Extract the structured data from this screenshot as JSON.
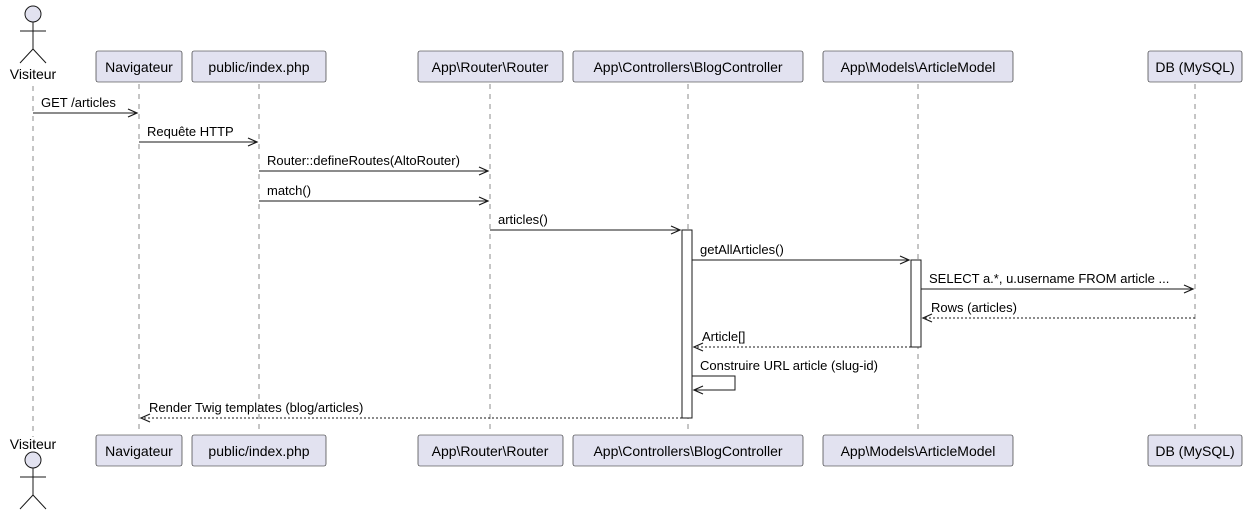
{
  "actor": {
    "label": "Visiteur"
  },
  "participants": [
    {
      "id": "nav",
      "label": "Navigateur"
    },
    {
      "id": "index",
      "label": "public/index.php"
    },
    {
      "id": "router",
      "label": "App\\Router\\Router"
    },
    {
      "id": "ctrl",
      "label": "App\\Controllers\\BlogController"
    },
    {
      "id": "model",
      "label": "App\\Models\\ArticleModel"
    },
    {
      "id": "db",
      "label": "DB (MySQL)"
    }
  ],
  "messages": [
    {
      "from": "actor",
      "to": "nav",
      "label": "GET /articles",
      "kind": "call"
    },
    {
      "from": "nav",
      "to": "index",
      "label": "Requête HTTP",
      "kind": "call"
    },
    {
      "from": "index",
      "to": "router",
      "label": "Router::defineRoutes(AltoRouter)",
      "kind": "call"
    },
    {
      "from": "index",
      "to": "router",
      "label": "match()",
      "kind": "call"
    },
    {
      "from": "router",
      "to": "ctrl",
      "label": "articles()",
      "kind": "call"
    },
    {
      "from": "ctrl",
      "to": "model",
      "label": "getAllArticles()",
      "kind": "call"
    },
    {
      "from": "model",
      "to": "db",
      "label": "SELECT a.*, u.username FROM article ...",
      "kind": "call"
    },
    {
      "from": "db",
      "to": "model",
      "label": "Rows (articles)",
      "kind": "reply"
    },
    {
      "from": "model",
      "to": "ctrl",
      "label": "Article[]",
      "kind": "reply"
    },
    {
      "from": "ctrl",
      "to": "ctrl",
      "label": "Construire URL article (slug-id)",
      "kind": "self"
    },
    {
      "from": "ctrl",
      "to": "nav",
      "label": "Render Twig templates (blog/articles)",
      "kind": "reply"
    }
  ],
  "colors": {
    "box_fill": "#e2e2f0",
    "line": "#181818",
    "background": "#ffffff"
  }
}
